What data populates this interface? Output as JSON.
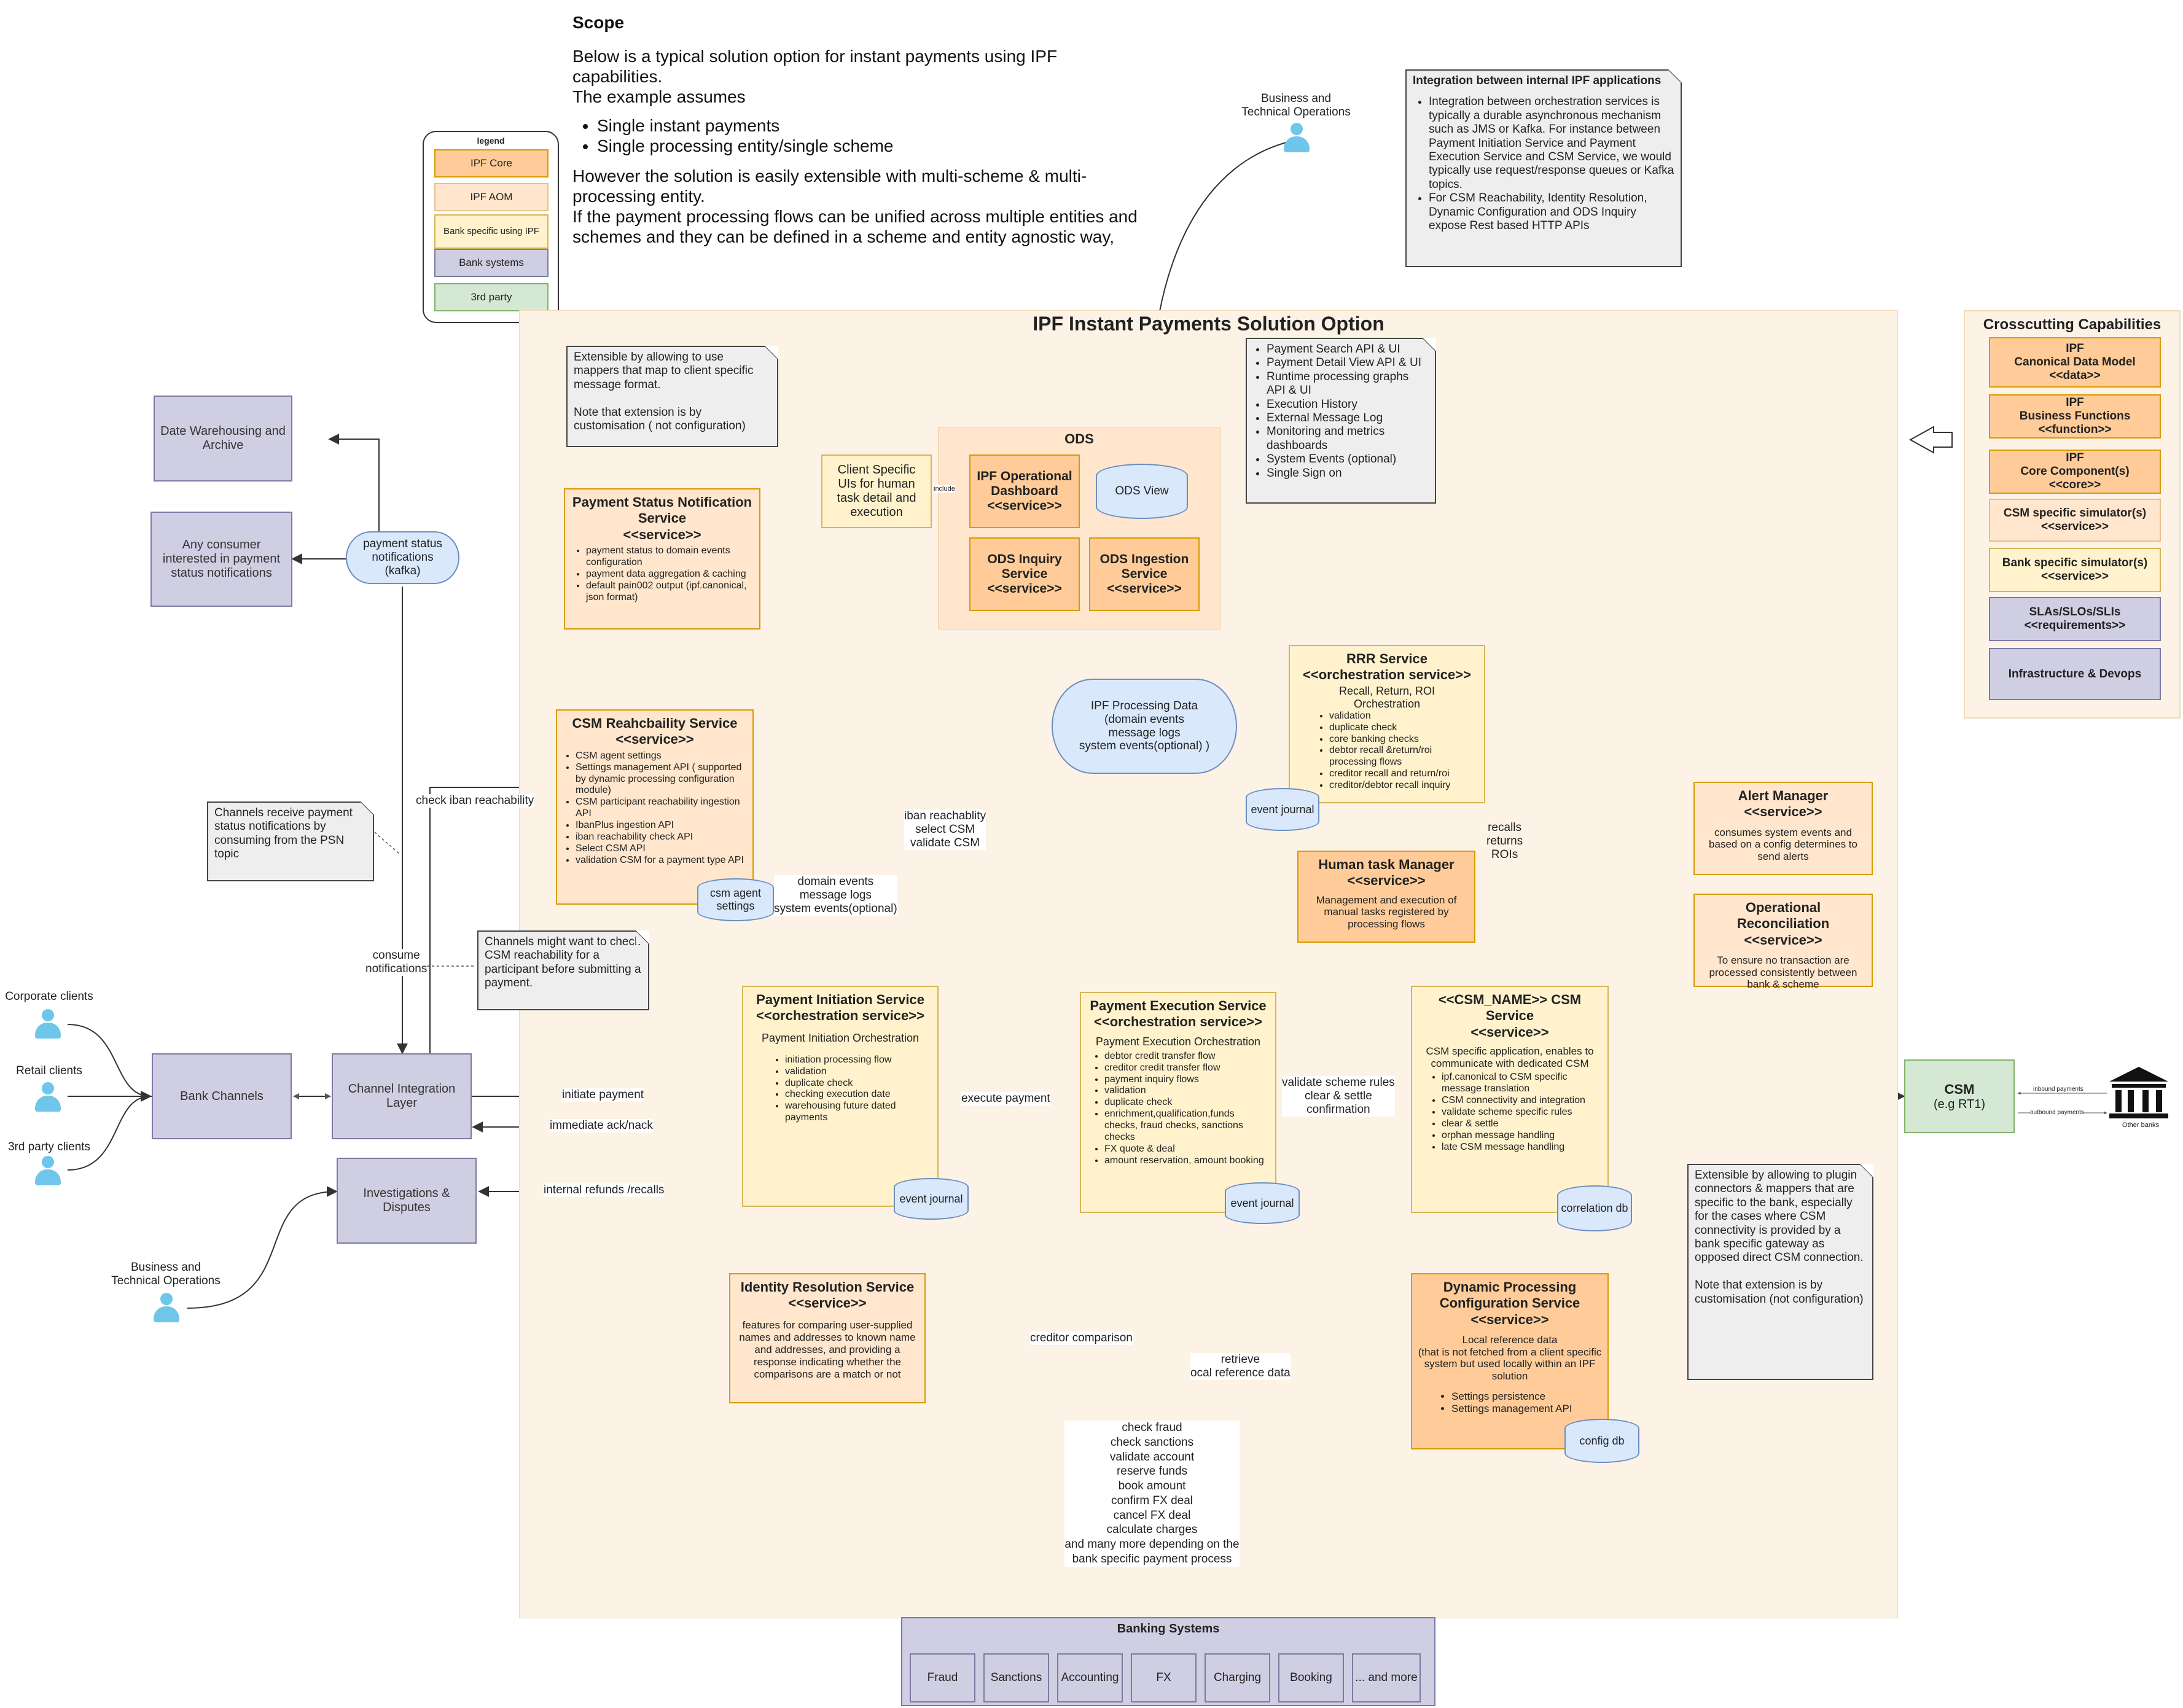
{
  "scope": {
    "title": "Scope",
    "intro": "Below is a typical solution option for instant payments using IPF capabilities.",
    "assumes": "The example assumes",
    "bullets": [
      "Single instant payments",
      "Single processing entity/single scheme"
    ],
    "para1": "However the solution is easily extensible with multi-scheme & multi-processing entity.",
    "para2": "If the payment processing flows can be unified across multiple entities and schemes and they can be defined in a scheme and entity agnostic way,"
  },
  "legend": {
    "title": "legend",
    "items": [
      "IPF Core",
      "IPF AOM",
      "Bank specific using IPF",
      "Bank systems",
      "3rd party"
    ]
  },
  "integration_note": {
    "title": "Integration between internal IPF applications",
    "bullets": [
      "Integration between orchestration services is typically a durable asynchronous mechanism such as JMS or Kafka. For instance between Payment Initiation Service and Payment Execution Service and CSM Service, we would typically use request/response queues or Kafka topics.",
      "For CSM Reachability, Identity Resolution, Dynamic Configuration and ODS Inquiry expose Rest based HTTP APIs"
    ]
  },
  "actors": {
    "bto_top": "Business and\nTechnical Operations",
    "bto_bottom": "Business and\nTechnical Operations",
    "corporate": "Corporate clients",
    "retail": "Retail clients",
    "third_party": "3rd party clients"
  },
  "main": {
    "title": "IPF Instant Payments Solution Option"
  },
  "crosscutting": {
    "title": "Crosscutting Capabilities",
    "items": [
      "IPF\nCanonical Data Model\n<<data>>",
      "IPF\nBusiness Functions\n<<function>>",
      "IPF\nCore Component(s)\n<<core>>",
      "CSM specific simulator(s)\n<<service>>",
      "Bank specific simulator(s)\n<<service>>",
      "SLAs/SLOs/SLIs\n<<requirements>>",
      "Infrastructure & Devops"
    ]
  },
  "left_systems": {
    "dwh": "Date Warehousing and Archive",
    "consumer": "Any consumer interested in payment status notifications",
    "psn_queue": "payment status notifications\n(kafka)",
    "bank_channels": "Bank Channels",
    "cil": "Channel Integration Layer",
    "investigations": "Investigations & Disputes"
  },
  "notes": {
    "extensible_top": "Extensible by allowing to use mappers that map to client specific message format.\n\nNote that extension is by customisation ( not configuration)",
    "channels_receive": "Channels receive payment status notifications by consuming from the PSN topic",
    "channels_check": "Channels might want to check CSM reachability for a participant before submitting a payment.",
    "ods_features": [
      "Payment  Search API & UI",
      "Payment Detail View API & UI",
      "Runtime processing graphs API & UI",
      "Execution History",
      "External Message Log",
      "Monitoring and metrics dashboards",
      "System Events (optional)",
      "Single Sign on"
    ],
    "extensible_right": "Extensible by allowing to plugin connectors & mappers that are specific to the bank, especially for the cases where CSM connectivity is provided by a bank specific gateway as opposed direct CSM connection.\n\nNote that extension is by customisation (not configuration)"
  },
  "psn": {
    "title": "Payment Status Notification Service\n<<service>>",
    "bullets": [
      "payment status to domain events configuration",
      "payment data aggregation & caching",
      "default pain002 output (ipf.canonical, json format)"
    ]
  },
  "ods": {
    "title": "ODS",
    "client_uis": "Client Specific UIs for human task detail and execution",
    "include": "include",
    "dashboard": "IPF Operational Dashboard\n<<service>>",
    "view": "ODS View",
    "inquiry": "ODS Inquiry Service\n<<service>>",
    "ingestion": "ODS Ingestion Service\n<<service>>"
  },
  "csm_reach": {
    "title": "CSM Reahcbaility Service\n<<service>>",
    "bullets": [
      "CSM agent settings",
      "Settings management API ( supported by dynamic processing configuration module)",
      "CSM participant reachability ingestion API",
      "IbanPlus ingestion API",
      "iban reachability check API",
      "Select CSM API",
      "validation CSM for a payment type API"
    ],
    "db": "csm agent settings"
  },
  "processing_data": "IPF Processing Data\n(domain events\nmessage logs\nsystem events(optional) )",
  "rrr": {
    "title": "RRR Service\n<<orchestration service>>",
    "sub": "Recall, Return, ROI\nOrchestration",
    "bullets": [
      "validation",
      "duplicate check",
      "core banking checks",
      "debtor recall &return/roi processing flows",
      "creditor recall and return/roi",
      "creditor/debtor recall inquiry"
    ],
    "db": "event journal"
  },
  "human_task": {
    "title": "Human task Manager\n<<service>>",
    "desc": "Management and execution of manual tasks registered by processing flows"
  },
  "pis": {
    "title": "Payment Initiation Service\n<<orchestration service>>",
    "sub": "Payment Initiation Orchestration",
    "bullets": [
      "initiation processing flow",
      "validation",
      "duplicate check",
      "checking execution date",
      "warehousing future dated payments"
    ],
    "db": "event journal"
  },
  "pes": {
    "title": "Payment Execution Service\n<<orchestration service>>",
    "sub": "Payment Execution Orchestration",
    "bullets": [
      "debtor credit transfer flow",
      "creditor credit transfer flow",
      "payment inquiry flows",
      "validation",
      "duplicate check",
      "enrichment,qualification,funds checks, fraud checks, sanctions checks",
      "FX quote & deal",
      "amount reservation, amount booking"
    ],
    "db": "event journal"
  },
  "csm_service": {
    "title": "<<CSM_NAME>> CSM Service\n<<service>>",
    "sub": "CSM specific application, enables to communicate with dedicated CSM",
    "bullets": [
      "ipf.canonical to CSM specific message translation",
      "CSM connectivity and integration",
      "validate scheme specific rules",
      "clear & settle",
      "orphan message handling",
      "late CSM message handling"
    ],
    "db": "correlation db"
  },
  "alert": {
    "title": "Alert Manager\n<<service>>",
    "desc": "consumes system events and based on a config determines to send alerts"
  },
  "recon": {
    "title": "Operational Reconciliation\n<<service>>",
    "desc": "To ensure no transaction are processed consistently between bank & scheme"
  },
  "identity": {
    "title": "Identity Resolution Service\n<<service>>",
    "desc": "features for comparing user-supplied names and addresses to known name and addresses, and providing a response indicating whether the comparisons are a match or not"
  },
  "dpc": {
    "title": "Dynamic Processing Configuration Service\n<<service>>",
    "desc": "Local reference data\n(that is not fetched from a client specific system but used locally within an IPF solution",
    "bullets": [
      "Settings persistence",
      "Settings management API"
    ],
    "db": "config db"
  },
  "csm_ext": {
    "title": "CSM",
    "sub": "(e.g RT1)",
    "inbound": "inbound payments",
    "outbound": "outbound payments",
    "other_banks": "Other banks"
  },
  "banking": {
    "title": "Banking Systems",
    "items": [
      "Fraud",
      "Sanctions",
      "Accounting",
      "FX",
      "Charging",
      "Booking",
      "... and more"
    ]
  },
  "labels": {
    "initiate_payment": "initiate payment",
    "immediate_ack": "immediate ack/nack",
    "internal_refunds": "internal refunds /recalls",
    "check_iban": "check iban reachability",
    "consume_notifications": "consume\nnotifications",
    "iban_select": "iban reachablity\nselect CSM\nvalidate CSM",
    "domain_events": "domain events\nmessage logs\nsystem events(optional)",
    "execute_payment": "execute payment",
    "validate_scheme": "validate scheme rules\nclear & settle\nconfirmation",
    "recalls": "recalls\nreturns\nROIs",
    "creditor_comparison": "creditor comparison",
    "retrieve_ref": "retrieve\nocal reference data",
    "bank_calls": "check fraud\ncheck sanctions\nvalidate account\nreserve funds\nbook amount\nconfirm FX deal\ncancel FX deal\ncalculate charges\nand many more depending on the bank specific payment process"
  },
  "colors": {
    "core": "#ffcc99",
    "aom": "#ffe6cc",
    "specific": "#fff2cc",
    "bank": "#d0cee2",
    "third_party": "#d5e8d4",
    "main_bg": "#fdf2e6",
    "db": "#dae8fc",
    "person": "#6ec6ea"
  }
}
